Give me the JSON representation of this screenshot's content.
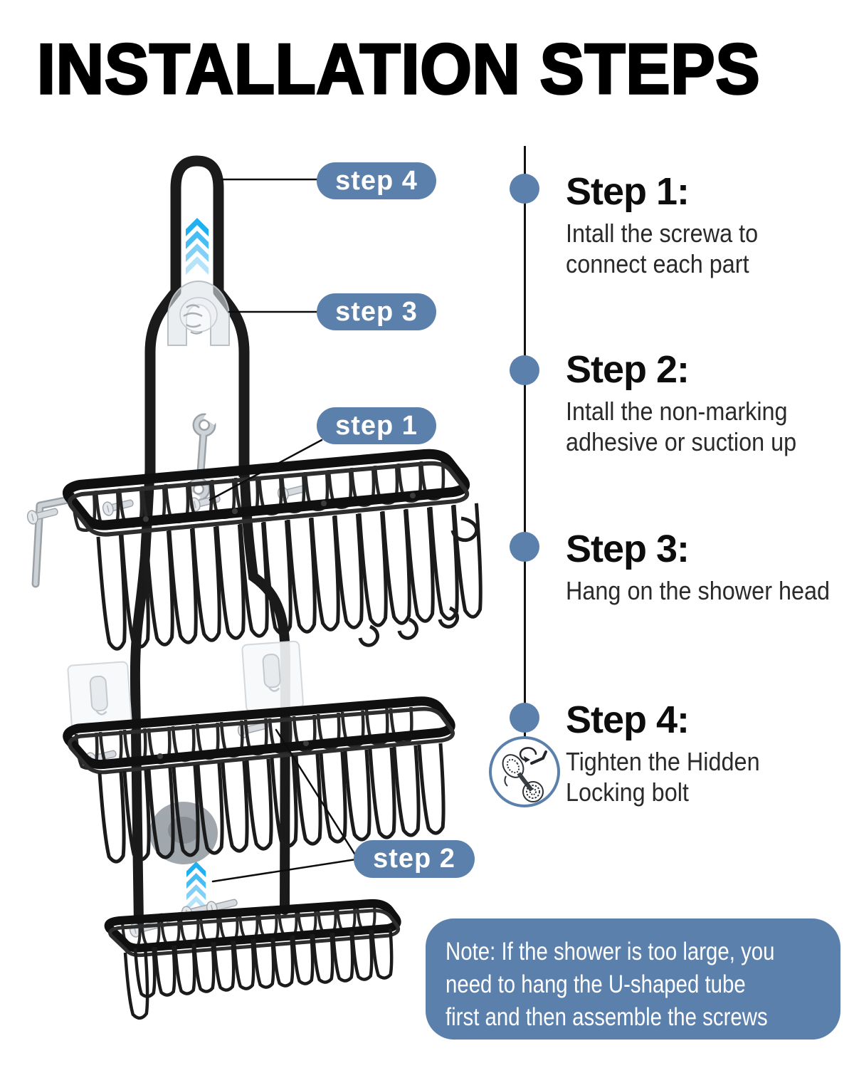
{
  "title": "INSTALLATION STEPS",
  "colors": {
    "accent_blue": "#5b80ab",
    "chevron_blues": [
      "#1fb0f1",
      "#47bdf3",
      "#82d0f6",
      "#b5e3fa"
    ],
    "metal_gray": "#c6cbd0"
  },
  "pills": {
    "step1": "step 1",
    "step2": "step 2",
    "step3": "step 3",
    "step4": "step 4"
  },
  "steps": [
    {
      "heading": "Step 1:",
      "lines": [
        "Intall the screwa to",
        "connect each part"
      ]
    },
    {
      "heading": "Step 2:",
      "lines": [
        "Intall the non-marking",
        "adhesive or suction up"
      ]
    },
    {
      "heading": "Step 3:",
      "lines": [
        "Hang on the shower head"
      ]
    },
    {
      "heading": "Step 4:",
      "lines": [
        "Tighten the Hidden",
        "Locking bolt"
      ]
    }
  ],
  "note": {
    "lines": [
      "Note: If the shower is too large, you",
      "need to hang the U-shaped tube",
      "first and then assemble the screws"
    ]
  }
}
